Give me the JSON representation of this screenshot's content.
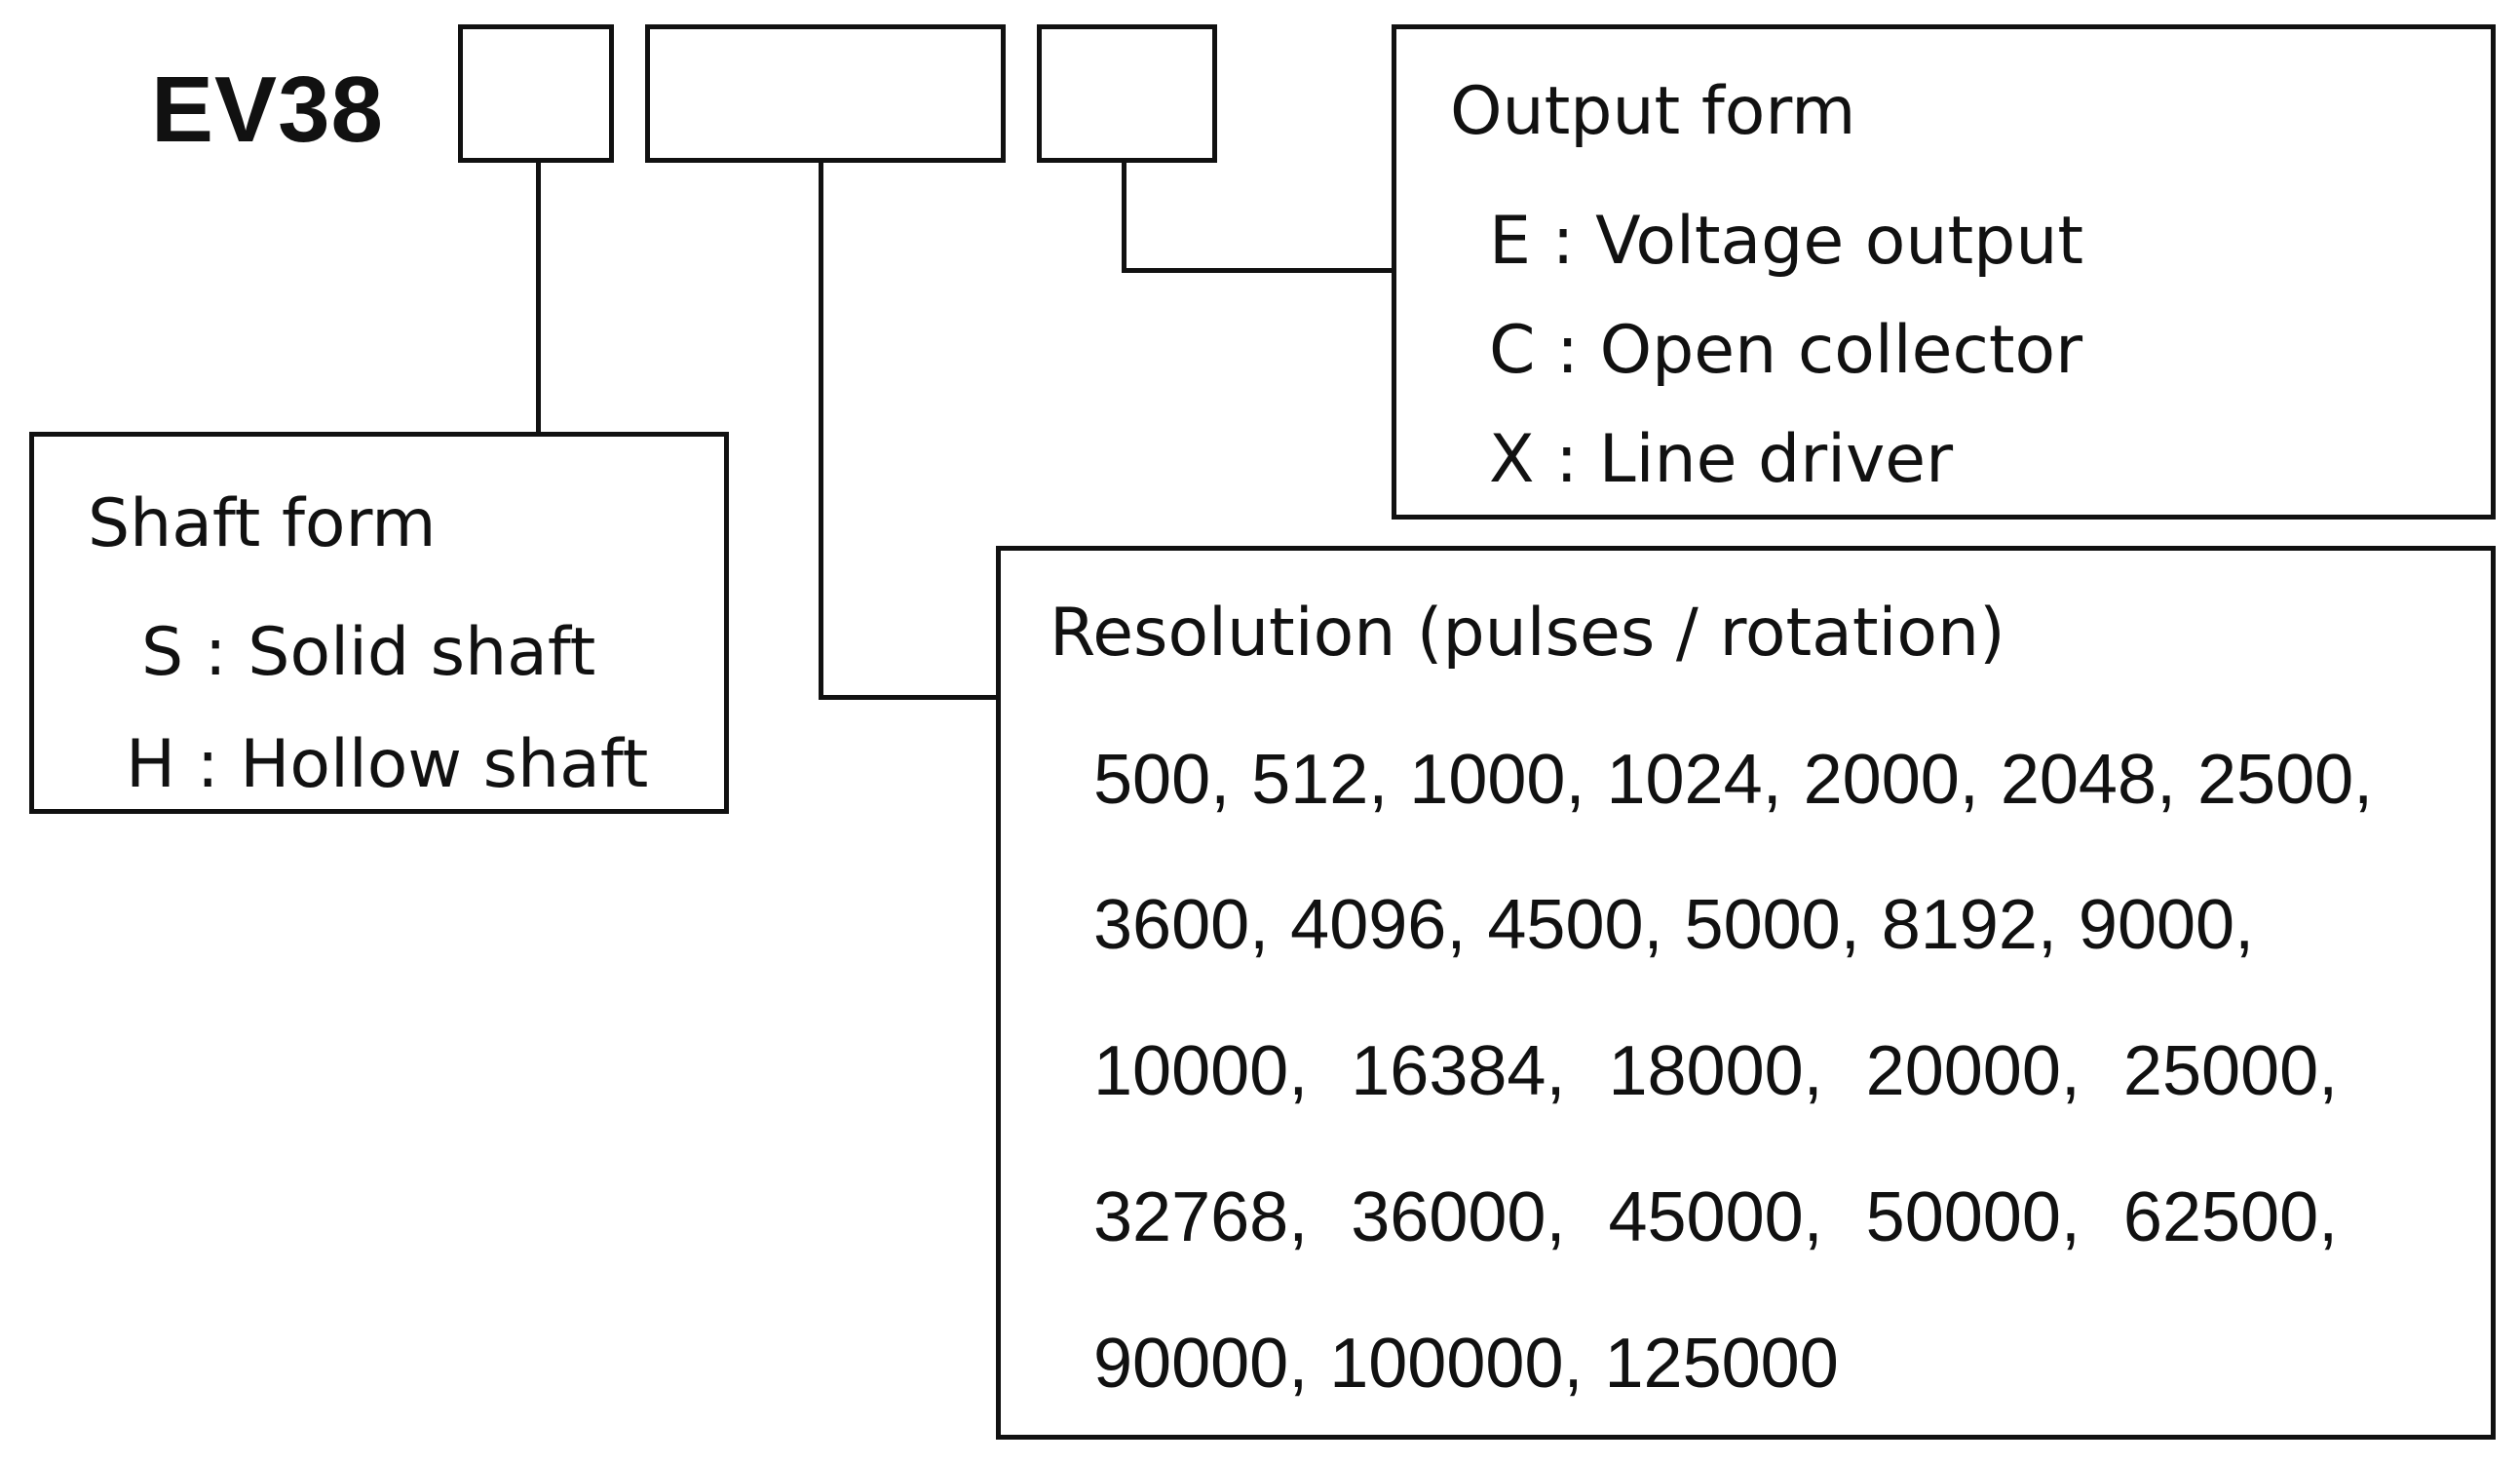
{
  "model": {
    "code": "EV38"
  },
  "shaft_form": {
    "title": "Shaft form",
    "options": [
      "S : Solid shaft",
      "H : Hollow shaft"
    ]
  },
  "resolution": {
    "title": "Resolution (pulses / rotation)",
    "lines": [
      "500, 512, 1000, 1024, 2000, 2048, 2500,",
      "3600, 4096, 4500, 5000, 8192, 9000,",
      "10000,  16384,  18000,  20000,  25000,",
      "32768,  36000,  45000,  50000,  62500,",
      "90000, 100000, 125000"
    ]
  },
  "output_form": {
    "title": "Output form",
    "options": [
      "E : Voltage output",
      "C : Open collector",
      "X : Line driver"
    ]
  }
}
